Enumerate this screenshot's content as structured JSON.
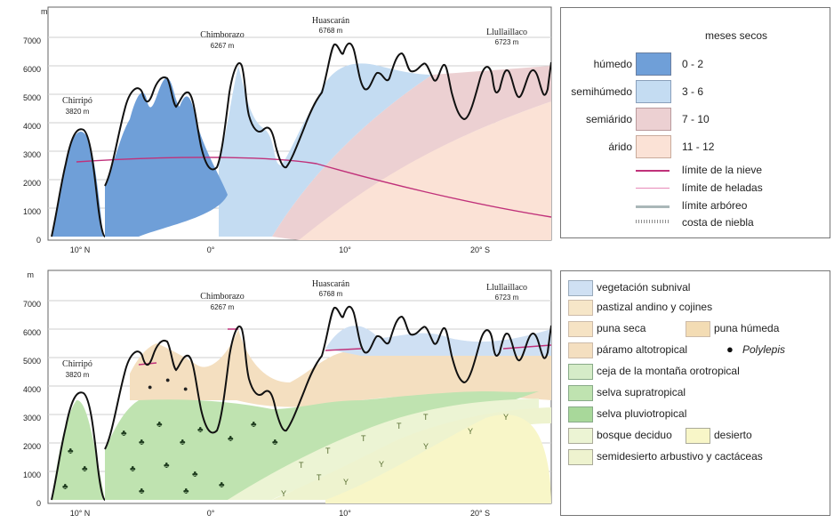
{
  "top": {
    "unit": "m",
    "y_ticks": [
      "0",
      "1000",
      "2000",
      "3000",
      "4000",
      "5000",
      "6000",
      "7000"
    ],
    "x_ticks": [
      "10° N",
      "0°",
      "10°",
      "20° S"
    ],
    "peaks": {
      "chirripo": {
        "name": "Chirripó",
        "height": "3820 m"
      },
      "chimborazo": {
        "name": "Chimborazo",
        "height": "6267 m"
      },
      "huascaran": {
        "name": "Huascarán",
        "height": "6768 m"
      },
      "llullaillaco": {
        "name": "Llullaillaco",
        "height": "6723 m"
      }
    },
    "legend": {
      "header": "meses secos",
      "climates": [
        {
          "label": "húmedo",
          "range": "0 -  2",
          "color": "#6f9fd8"
        },
        {
          "label": "semihúmedo",
          "range": "3 -  6",
          "color": "#c4dcf2"
        },
        {
          "label": "semiárido",
          "range": "7 - 10",
          "color": "#ecd0d2"
        },
        {
          "label": "árido",
          "range": "11 - 12",
          "color": "#fbe2d6"
        }
      ],
      "lines": [
        {
          "label": "límite de la nieve",
          "color": "#c0317a"
        },
        {
          "label": "límite de heladas",
          "color": "#e88ab8"
        },
        {
          "label": "límite arbóreo",
          "color": "#aab7b8"
        },
        {
          "label": "costa de niebla",
          "color": "#8c8c8c"
        }
      ]
    }
  },
  "bottom": {
    "unit": "m",
    "y_ticks": [
      "0",
      "1000",
      "2000",
      "3000",
      "4000",
      "5000",
      "6000",
      "7000"
    ],
    "x_ticks": [
      "10° N",
      "0°",
      "10°",
      "20° S"
    ],
    "peaks": {
      "chirripo": {
        "name": "Chirripó",
        "height": "3820 m"
      },
      "chimborazo": {
        "name": "Chimborazo",
        "height": "6267 m"
      },
      "huascaran": {
        "name": "Huascarán",
        "height": "6768 m"
      },
      "llullaillaco": {
        "name": "Llullaillaco",
        "height": "6723 m"
      }
    },
    "legend": [
      {
        "label": "vegetación subnival",
        "color": "#cfe0f3"
      },
      {
        "label": "pastizal andino y cojines",
        "color": "#f6e6c8"
      },
      {
        "label": "puna seca",
        "color": "#f6e3c4"
      },
      {
        "label": "puna húmeda",
        "color": "#f3dcb4"
      },
      {
        "label": "páramo altotropical",
        "color": "#f4dfc0"
      },
      {
        "label": "Polylepis",
        "color": "#ffffff"
      },
      {
        "label": "ceja de la montaña orotropical",
        "color": "#d5ecc8"
      },
      {
        "label": "selva supratropical",
        "color": "#bfe3b0"
      },
      {
        "label": "selva pluviotropical",
        "color": "#a8d89a"
      },
      {
        "label": "bosque deciduo",
        "color": "#ecf4d4"
      },
      {
        "label": "desierto",
        "color": "#f8f6c8"
      },
      {
        "label": "semidesierto arbustivo y cactáceas",
        "color": "#eef3cf"
      }
    ]
  }
}
